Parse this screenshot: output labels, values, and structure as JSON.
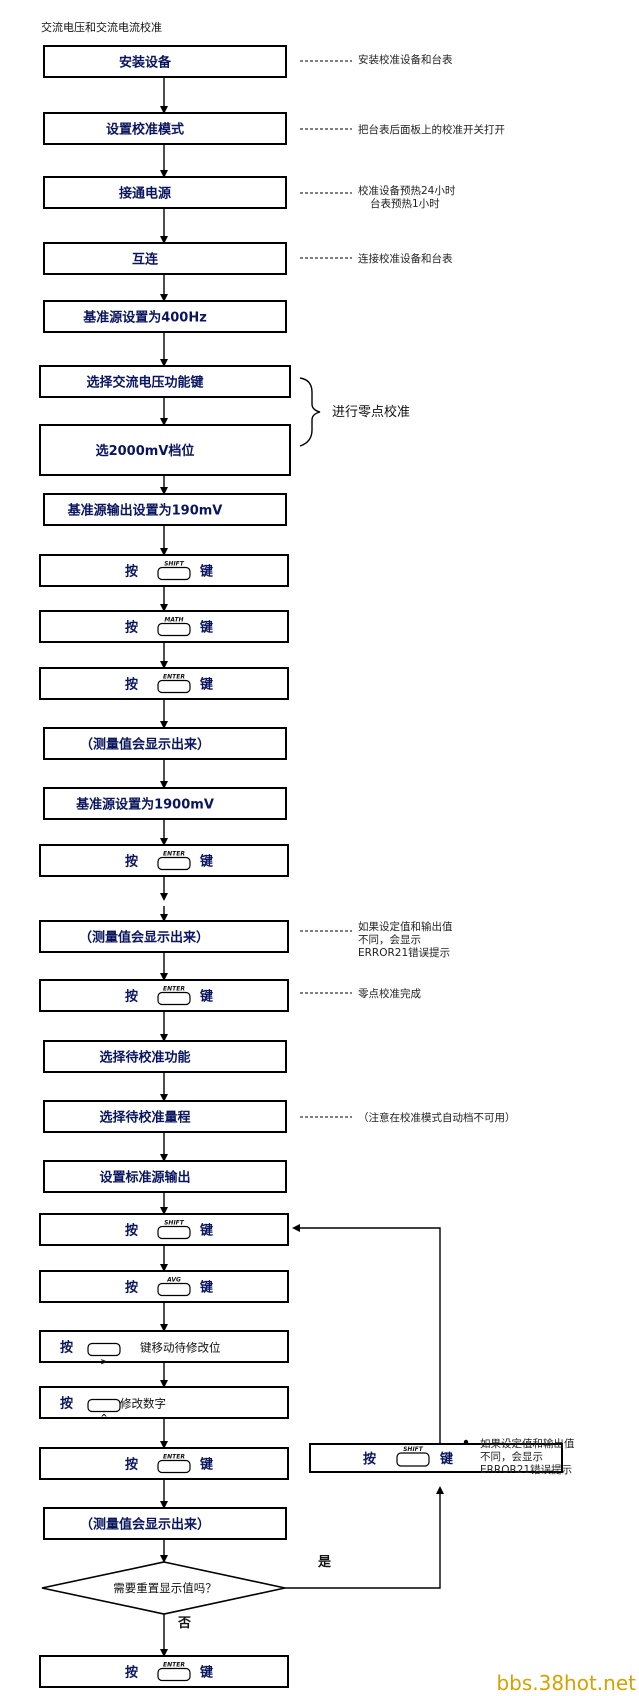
{
  "title": "交流电压和交流电流校准",
  "boxes": [
    {
      "text": "安装设备"
    },
    {
      "text": "设置校准模式"
    },
    {
      "text": "接通电源"
    },
    {
      "text": "互连"
    },
    {
      "text": "基准源设置为400Hz"
    },
    {
      "text": "选择交流电压功能键"
    },
    {
      "text": "选2000mV档位"
    },
    {
      "text": "基准源输出设置为190mV"
    },
    {
      "press": "按",
      "key": "SHIFT",
      "suffix": "键"
    },
    {
      "press": "按",
      "key": "MATH",
      "suffix": "键"
    },
    {
      "press": "按",
      "key": "ENTER",
      "suffix": "键"
    },
    {
      "text": "（测量值会显示出来）"
    },
    {
      "text": "基准源设置为1900mV"
    },
    {
      "press": "按",
      "key": "ENTER",
      "suffix": "键"
    },
    {
      "text": "（测量值会显示出来）"
    },
    {
      "press": "按",
      "key": "ENTER",
      "suffix": "键"
    },
    {
      "text": "选择待校准功能"
    },
    {
      "text": "选择待校准量程"
    },
    {
      "text": "设置标准源输出"
    },
    {
      "press": "按",
      "key": "SHIFT",
      "suffix": "键"
    },
    {
      "press": "按",
      "key": "AVG",
      "suffix": "键"
    },
    {
      "press": "按",
      "key": ">",
      "suffix": "键移动待修改位"
    },
    {
      "press": "按",
      "key": "^",
      "suffix": "修改数字"
    },
    {
      "press": "按",
      "key": "ENTER",
      "suffix": "键"
    },
    {
      "text": "（测量值会显示出来）"
    },
    {
      "press": "按",
      "key": "ENTER",
      "suffix": "键"
    }
  ],
  "side_box": {
    "press": "按",
    "key": "SHIFT",
    "suffix": "键"
  },
  "decision": {
    "text": "需要重置显示值吗？",
    "yes": "是",
    "no": "否"
  },
  "notes": [
    {
      "lines": [
        "安装校准设备和台表"
      ]
    },
    {
      "lines": [
        "把台表后面板上的校准开关打开"
      ]
    },
    {
      "lines": [
        "校准设备预热24小时",
        "台表预热1小时"
      ]
    },
    {
      "lines": [
        "连接校准设备和台表"
      ]
    },
    {
      "lines": [
        "如果设定值和输出值",
        "不同，会显示",
        "ERROR21错误提示"
      ]
    },
    {
      "lines": [
        "零点校准完成"
      ]
    },
    {
      "lines": [
        "（注意在校准模式自动档不可用）"
      ]
    }
  ],
  "brace_note": "进行零点校准",
  "loop_note": [
    "如果设定值和输出值",
    "不同，会显示",
    "ERROR21错误提示"
  ],
  "watermark": "bbs.38hot.net"
}
